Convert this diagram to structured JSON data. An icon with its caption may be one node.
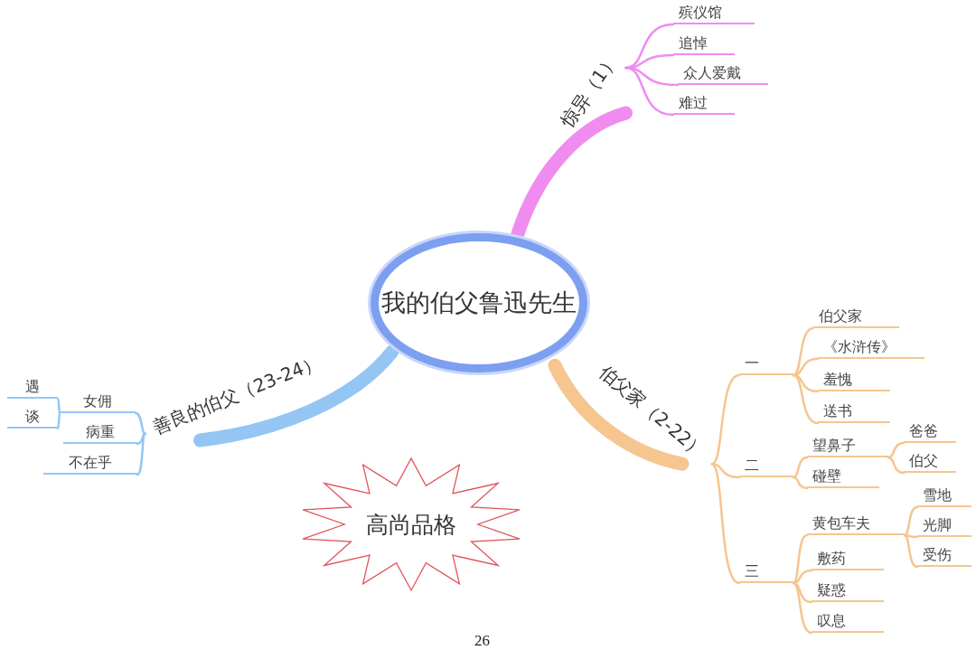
{
  "diagram": {
    "nodes": [
      {
        "text": [
          "我的伯父鲁迅先生"
        ]
      },
      {
        "text": [
          "惊异（1）"
        ]
      },
      {
        "text": [
          "殡仪馆"
        ]
      },
      {
        "text": [
          "追悼"
        ]
      },
      {
        "text": [
          "众人爱戴"
        ]
      },
      {
        "text": [
          "难过"
        ]
      },
      {
        "text": [
          "伯父家（2-22）"
        ]
      },
      {
        "text": [
          "一"
        ]
      },
      {
        "text": [
          "伯父家"
        ]
      },
      {
        "text": [
          "《水浒传》"
        ]
      },
      {
        "text": [
          "羞愧"
        ]
      },
      {
        "text": [
          "送书"
        ]
      },
      {
        "text": [
          "二"
        ]
      },
      {
        "text": [
          "望鼻子"
        ]
      },
      {
        "text": [
          "爸爸"
        ]
      },
      {
        "text": [
          "伯父"
        ]
      },
      {
        "text": [
          "碰壁"
        ]
      },
      {
        "text": [
          "三"
        ]
      },
      {
        "text": [
          "黄包车夫"
        ]
      },
      {
        "text": [
          "雪地"
        ]
      },
      {
        "text": [
          "光脚"
        ]
      },
      {
        "text": [
          "受伤"
        ]
      },
      {
        "text": [
          "敷药"
        ]
      },
      {
        "text": [
          "疑惑"
        ]
      },
      {
        "text": [
          "叹息"
        ]
      },
      {
        "text": [
          "善良的伯父（23-24）"
        ]
      },
      {
        "text": [
          "女佣"
        ]
      },
      {
        "text": [
          "遇"
        ]
      },
      {
        "text": [
          "谈"
        ]
      },
      {
        "text": [
          "病重"
        ]
      },
      {
        "text": [
          "不在乎"
        ]
      },
      {
        "text": [
          "高尚品格"
        ]
      }
    ],
    "edges": [
      {
        "from": 0,
        "to": 1,
        "arrow": "none",
        "style": "thick",
        "color": "#f08cf0"
      },
      {
        "from": 1,
        "to": 2,
        "arrow": "none",
        "color": "#f08cf0"
      },
      {
        "from": 1,
        "to": 3,
        "arrow": "none",
        "color": "#f08cf0"
      },
      {
        "from": 1,
        "to": 4,
        "arrow": "none",
        "color": "#f08cf0"
      },
      {
        "from": 1,
        "to": 5,
        "arrow": "none",
        "color": "#f08cf0"
      },
      {
        "from": 0,
        "to": 6,
        "arrow": "none",
        "style": "thick"
      },
      {
        "from": 6,
        "to": 7,
        "arrow": "none"
      },
      {
        "from": 7,
        "to": 8,
        "arrow": "none"
      },
      {
        "from": 7,
        "to": 9,
        "arrow": "none"
      },
      {
        "from": 7,
        "to": 10,
        "arrow": "none"
      },
      {
        "from": 7,
        "to": 11,
        "arrow": "none"
      },
      {
        "from": 6,
        "to": 12,
        "arrow": "none"
      },
      {
        "from": 12,
        "to": 13,
        "arrow": "none"
      },
      {
        "from": 13,
        "to": 14,
        "arrow": "none"
      },
      {
        "from": 13,
        "to": 15,
        "arrow": "none"
      },
      {
        "from": 12,
        "to": 16,
        "arrow": "none"
      },
      {
        "from": 6,
        "to": 17,
        "arrow": "none"
      },
      {
        "from": 17,
        "to": 18,
        "arrow": "none"
      },
      {
        "from": 18,
        "to": 19,
        "arrow": "none"
      },
      {
        "from": 18,
        "to": 20,
        "arrow": "none"
      },
      {
        "from": 18,
        "to": 21,
        "arrow": "none"
      },
      {
        "from": 17,
        "to": 22,
        "arrow": "none"
      },
      {
        "from": 17,
        "to": 23,
        "arrow": "none"
      },
      {
        "from": 17,
        "to": 24,
        "arrow": "none"
      },
      {
        "from": 0,
        "to": 25,
        "arrow": "none",
        "style": "thick",
        "color": "#94c6f4"
      },
      {
        "from": 25,
        "to": 26,
        "arrow": "none",
        "color": "#94c6f4"
      },
      {
        "from": 26,
        "to": 27,
        "arrow": "none",
        "color": "#94c6f4"
      },
      {
        "from": 26,
        "to": 28,
        "arrow": "none",
        "color": "#94c6f4"
      },
      {
        "from": 25,
        "to": 29,
        "arrow": "none",
        "color": "#94c6f4"
      },
      {
        "from": 25,
        "to": 30,
        "arrow": "none",
        "color": "#94c6f4"
      }
    ],
    "labels": [
      "26"
    ]
  }
}
